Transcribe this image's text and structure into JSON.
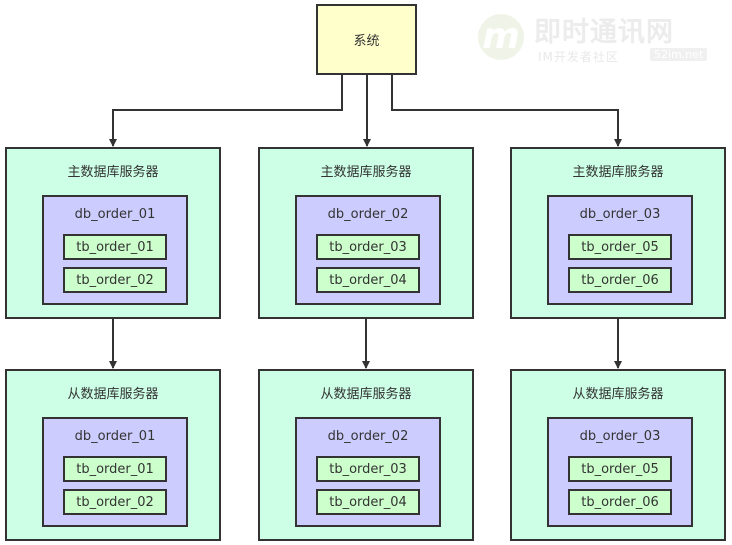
{
  "system": {
    "label": "系统"
  },
  "masters": [
    {
      "title": "主数据库服务器",
      "db": "db_order_01",
      "tables": [
        "tb_order_01",
        "tb_order_02"
      ]
    },
    {
      "title": "主数据库服务器",
      "db": "db_order_02",
      "tables": [
        "tb_order_03",
        "tb_order_04"
      ]
    },
    {
      "title": "主数据库服务器",
      "db": "db_order_03",
      "tables": [
        "tb_order_05",
        "tb_order_06"
      ]
    }
  ],
  "slaves": [
    {
      "title": "从数据库服务器",
      "db": "db_order_01",
      "tables": [
        "tb_order_01",
        "tb_order_02"
      ]
    },
    {
      "title": "从数据库服务器",
      "db": "db_order_02",
      "tables": [
        "tb_order_03",
        "tb_order_04"
      ]
    },
    {
      "title": "从数据库服务器",
      "db": "db_order_03",
      "tables": [
        "tb_order_05",
        "tb_order_06"
      ]
    }
  ],
  "colors": {
    "system_fill": "#ffffcc",
    "server_fill": "#ccffe6",
    "db_fill": "#ccccff",
    "table_fill": "#ccffcc",
    "border": "#333333"
  },
  "watermark": {
    "title": "即时通讯网",
    "subtitle": "IM开发者社区",
    "domain": "52im.net"
  }
}
